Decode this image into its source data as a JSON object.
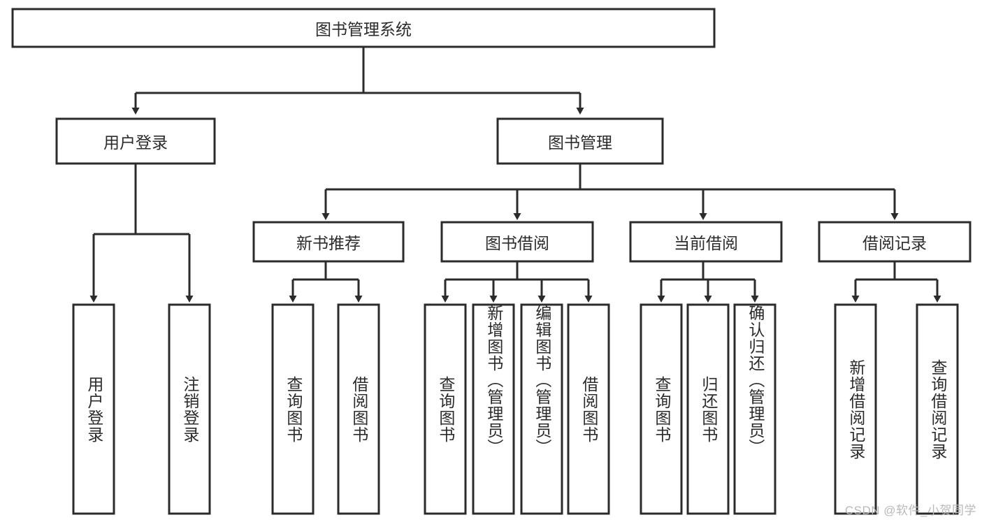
{
  "diagram": {
    "title": "图书管理系统",
    "watermark": "CSDN @软件_小贺同学",
    "accent_color": "#2b2b2b",
    "background_color": "#ffffff",
    "root": {
      "label": "图书管理系统"
    },
    "level2": [
      {
        "label": "用户登录"
      },
      {
        "label": "图书管理"
      }
    ],
    "level3": [
      {
        "label": "新书推荐"
      },
      {
        "label": "图书借阅"
      },
      {
        "label": "当前借阅"
      },
      {
        "label": "借阅记录"
      }
    ],
    "leaves_user_login": [
      {
        "label": "用户登录"
      },
      {
        "label": "注销登录"
      }
    ],
    "leaves_new_book": [
      {
        "label": "查询图书"
      },
      {
        "label": "借阅图书"
      }
    ],
    "leaves_borrow": [
      {
        "label": "查询图书"
      },
      {
        "label": "新增图书（管理员）"
      },
      {
        "label": "编辑图书（管理员）"
      },
      {
        "label": "借阅图书"
      }
    ],
    "leaves_current": [
      {
        "label": "查询图书"
      },
      {
        "label": "归还图书"
      },
      {
        "label": "确认归还（管理员）"
      }
    ],
    "leaves_records": [
      {
        "label": "新增借阅记录"
      },
      {
        "label": "查询借阅记录"
      }
    ]
  }
}
